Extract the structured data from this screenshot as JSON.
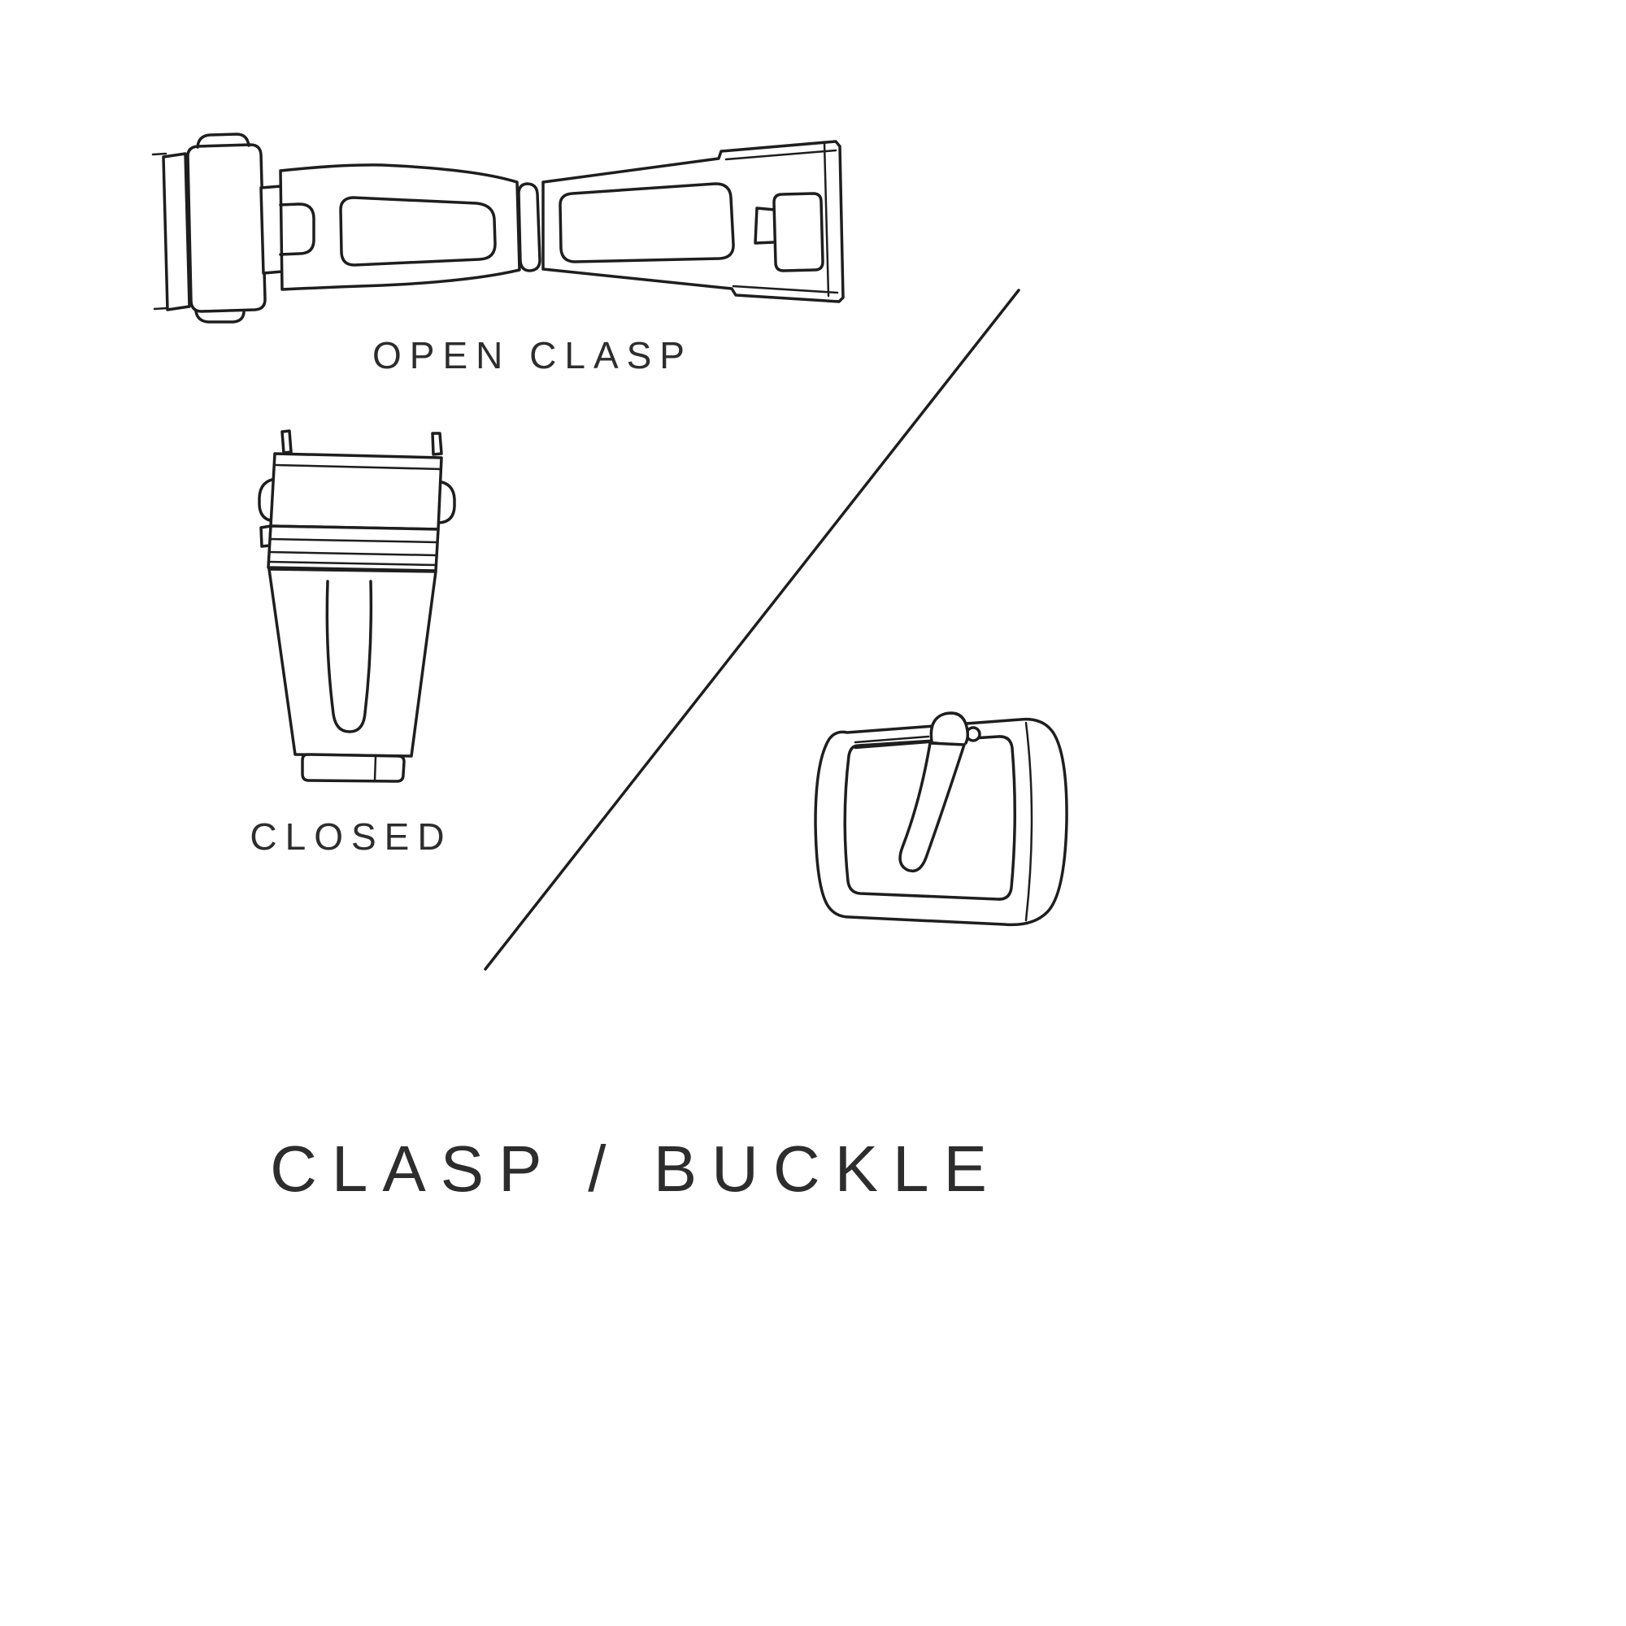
{
  "page": {
    "title": "CLASP / BUCKLE"
  },
  "figures": {
    "open_clasp": {
      "label": "OPEN CLASP"
    },
    "closed_clasp": {
      "label": "CLOSED"
    }
  },
  "icons": [
    "open-clasp-illustration",
    "closed-clasp-illustration",
    "buckle-illustration",
    "divider-line"
  ],
  "colors": {
    "line": "#1e1e1e",
    "text": "#2d2d2d",
    "background": "#ffffff"
  }
}
